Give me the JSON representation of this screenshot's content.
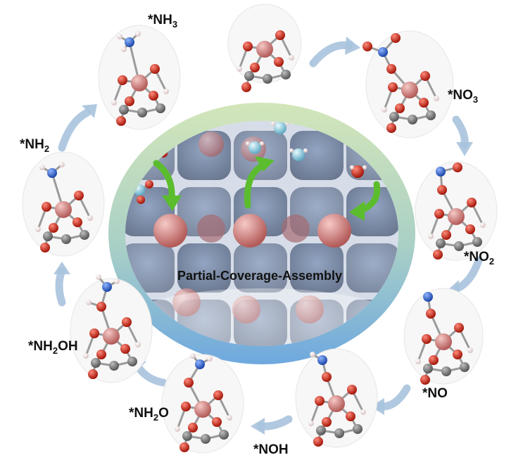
{
  "center": {
    "title": "Partial-Coverage-Assembly"
  },
  "intermediates": [
    {
      "id": "nh3",
      "base": "*NH",
      "sub": "3",
      "tail": ""
    },
    {
      "id": "no3",
      "base": "*NO",
      "sub": "3",
      "tail": ""
    },
    {
      "id": "no2",
      "base": "*NO",
      "sub": "2",
      "tail": ""
    },
    {
      "id": "no",
      "base": "*NO",
      "sub": "",
      "tail": ""
    },
    {
      "id": "noh",
      "base": "*NOH",
      "sub": "",
      "tail": ""
    },
    {
      "id": "nh2o",
      "base": "*NH",
      "sub": "2",
      "tail": "O"
    },
    {
      "id": "nh2oh",
      "base": "*NH",
      "sub": "2",
      "tail": "OH"
    },
    {
      "id": "nh2",
      "base": "*NH",
      "sub": "2",
      "tail": ""
    }
  ],
  "colors": {
    "cobalt": "#d8898b",
    "oxygen": "#d42a1c",
    "carbon": "#7b7b7b",
    "nitrogen": "#2a63d6",
    "hydrogen": "#f4e4e4",
    "arrow": "#a9c3dd",
    "green_arrow": "#67c33a",
    "ring_outer_top": "#cfe3b5",
    "ring_outer_bottom": "#6fa9de"
  }
}
